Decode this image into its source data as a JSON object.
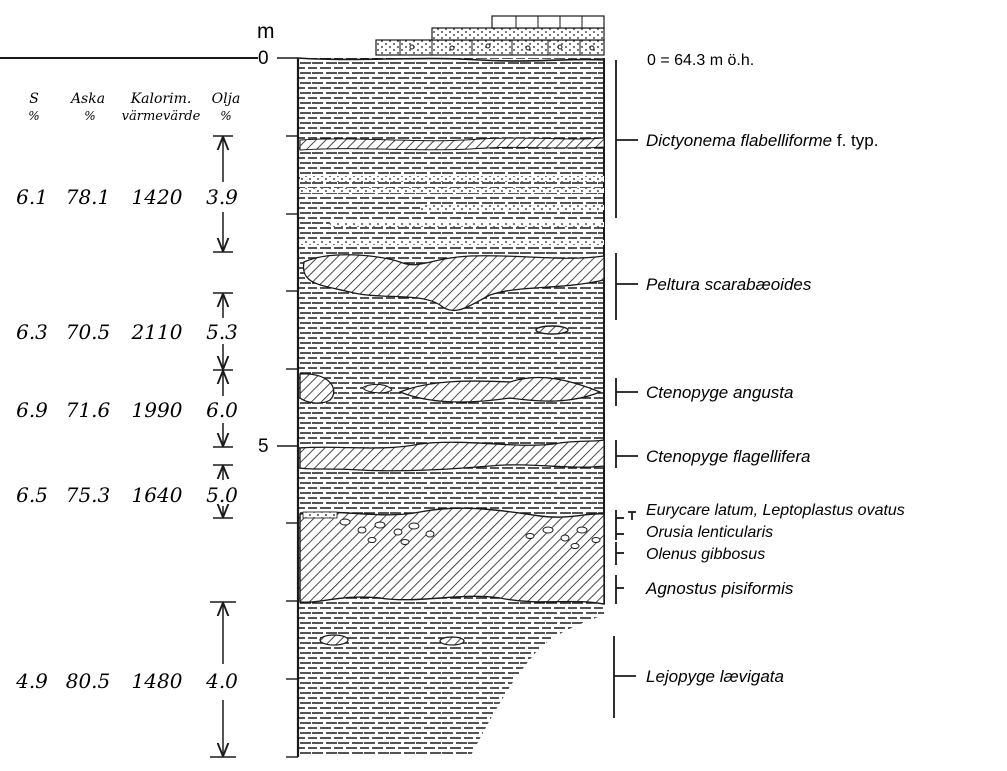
{
  "scale": {
    "unit": "m",
    "ticks": [
      "0",
      "5"
    ]
  },
  "datum": "0 = 64.3 m ö.h.",
  "table": {
    "headers": [
      {
        "line1": "S",
        "line2": "%"
      },
      {
        "line1": "Aska",
        "line2": "%"
      },
      {
        "line1": "Kalorim.",
        "line2": "värmevärde"
      },
      {
        "line1": "Olja",
        "line2": "%"
      }
    ],
    "rows": [
      {
        "S": "6.1",
        "Aska": "78.1",
        "Kalorim": "1420",
        "Olja": "3.9"
      },
      {
        "S": "6.3",
        "Aska": "70.5",
        "Kalorim": "2110",
        "Olja": "5.3"
      },
      {
        "S": "6.9",
        "Aska": "71.6",
        "Kalorim": "1990",
        "Olja": "6.0"
      },
      {
        "S": "6.5",
        "Aska": "75.3",
        "Kalorim": "1640",
        "Olja": "5.0"
      },
      {
        "S": "4.9",
        "Aska": "80.5",
        "Kalorim": "1480",
        "Olja": "4.0"
      }
    ]
  },
  "zones": [
    {
      "name_italic": "Dictyonema flabelliforme",
      "suffix": " f. typ."
    },
    {
      "name_italic": "Peltura scarabæoides",
      "suffix": ""
    },
    {
      "name_italic": "Ctenopyge angusta",
      "suffix": ""
    },
    {
      "name_italic": "Ctenopyge flagellifera",
      "suffix": ""
    },
    {
      "name_italic": "Eurycare latum, Leptoplastus ovatus",
      "suffix": ""
    },
    {
      "name_italic": "Orusia lenticularis",
      "suffix": ""
    },
    {
      "name_italic": "Olenus gibbosus",
      "suffix": ""
    },
    {
      "name_italic": "Agnostus pisiformis",
      "suffix": ""
    },
    {
      "name_italic": "Lejopyge lævigata",
      "suffix": ""
    }
  ],
  "colors": {
    "ink": "#1a1a1a",
    "paper": "#ffffff"
  }
}
